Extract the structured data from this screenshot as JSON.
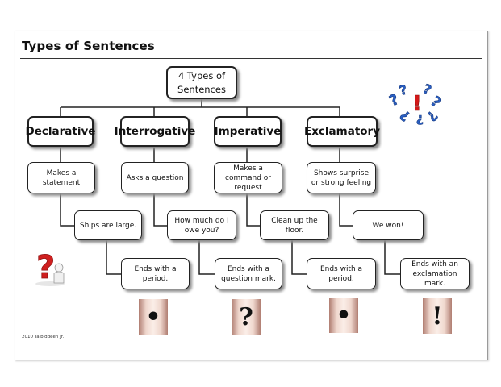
{
  "title": "Types of Sentences",
  "root": "4 Types of Sentences",
  "columns": [
    {
      "heading": "Declarative",
      "description": "Makes a statement",
      "example": "Ships are large.",
      "ending": "Ends with a  period.",
      "mark": "•"
    },
    {
      "heading": "Interrogative",
      "description": "Asks a question",
      "example": "How much do I owe you?",
      "ending": "Ends with a question mark.",
      "mark": "?"
    },
    {
      "heading": "Imperative",
      "description": "Makes a command or request",
      "example": "Clean up the floor.",
      "ending": "Ends with a period.",
      "mark": "•"
    },
    {
      "heading": "Exclamatory",
      "description": "Shows surprise or strong feeling",
      "example": "We won!",
      "ending": "Ends with an exclamation mark.",
      "mark": "!"
    }
  ],
  "copyright": "2010 Talbiddeen Jr.",
  "images": {
    "top_right": "question-exclamation-cluster-icon",
    "left": "red-question-figure-icon"
  },
  "colors": {
    "tile_edge": "#b07e72",
    "tile_center": "#fbeee8",
    "cluster_blue": "#2a5fc4",
    "cluster_red": "#d41a1a"
  }
}
